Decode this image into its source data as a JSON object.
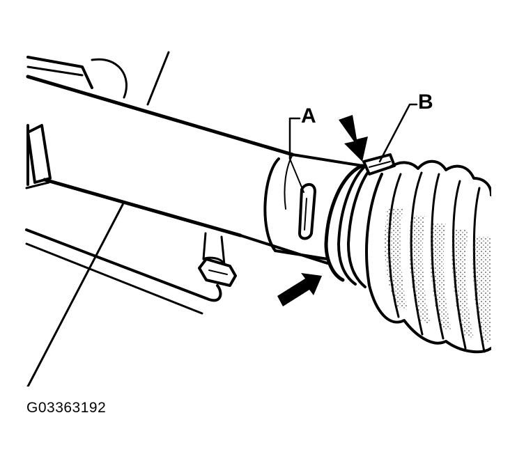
{
  "callouts": {
    "a": "A",
    "b": "B"
  },
  "figure_code": "G03363192",
  "colors": {
    "ink": "#000000",
    "paper": "#ffffff",
    "stipple": "#444444"
  }
}
